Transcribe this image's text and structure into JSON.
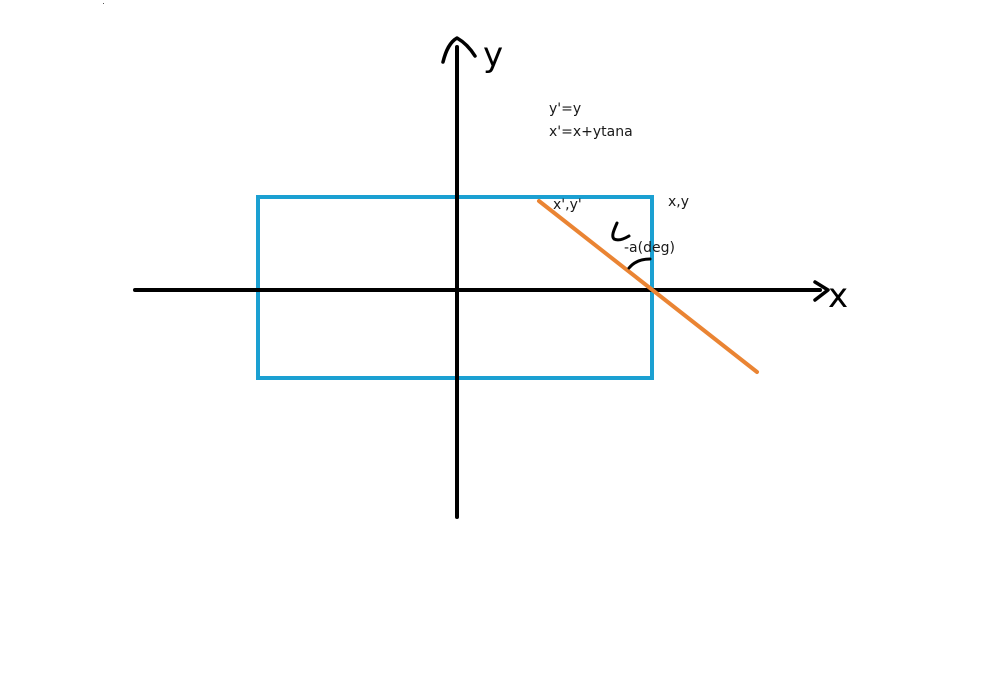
{
  "diagram": {
    "axes": {
      "x_label": "x",
      "y_label": "y"
    },
    "equations": {
      "line1": "y'=y",
      "line2": "x'=x+ytana"
    },
    "points": {
      "sheared": "x',y'",
      "original": "x,y"
    },
    "angle_label": "-a(deg)",
    "angle_mark": "L",
    "colors": {
      "axes": "#000000",
      "rectangle": "#1ba0d2",
      "shear_line": "#ea8433",
      "text": "#1a1a1a"
    }
  }
}
